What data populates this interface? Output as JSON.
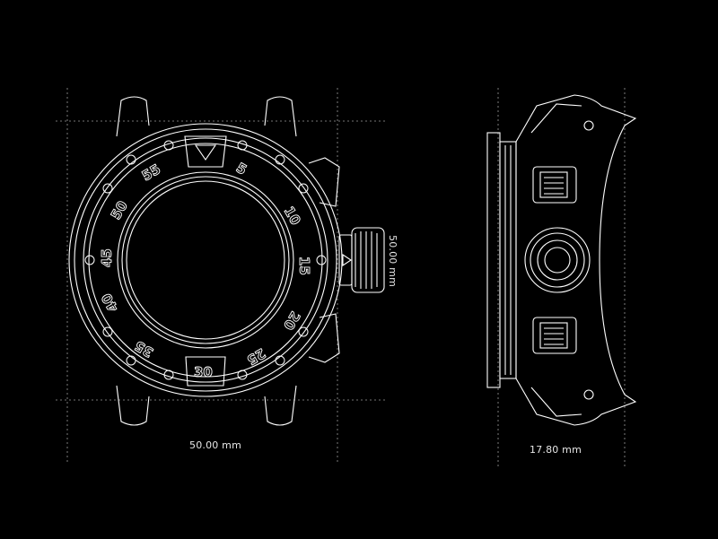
{
  "dimensions": {
    "case_width": "50.00 mm",
    "case_height": "50.00 mm",
    "case_thickness": "17.80 mm"
  },
  "bezel_numerals": [
    "5",
    "10",
    "15",
    "20",
    "25",
    "30",
    "35",
    "40",
    "45",
    "50",
    "55"
  ],
  "colors": {
    "background": "#000000",
    "linework": "#ffffff",
    "guide": "#9a9a9a"
  }
}
